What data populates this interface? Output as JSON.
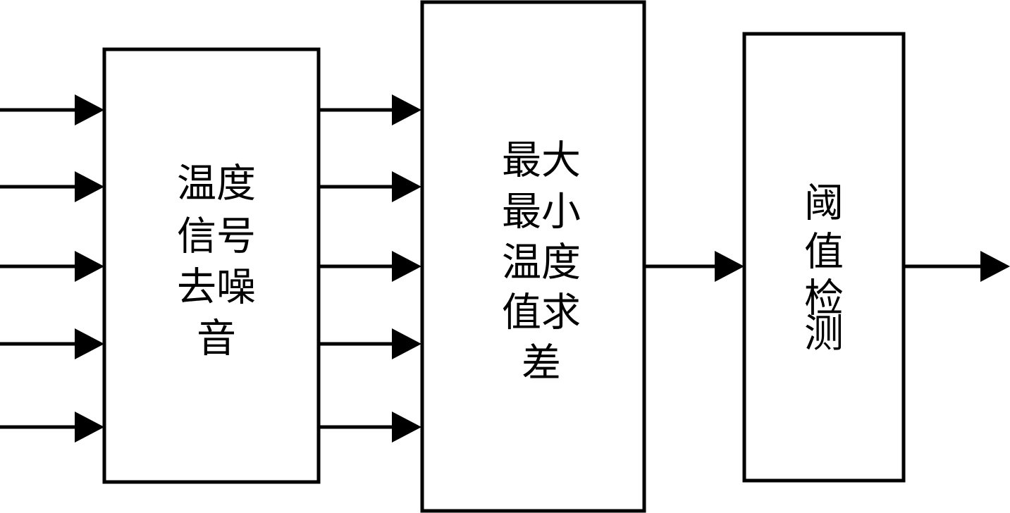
{
  "blocks": {
    "denoise": {
      "lines": [
        "温度",
        "信号",
        "去噪",
        "音"
      ]
    },
    "difference": {
      "lines": [
        "最大",
        "最小",
        "温度",
        "值求",
        "差"
      ]
    },
    "threshold": {
      "lines": [
        "阈",
        "值",
        "检",
        "测"
      ]
    }
  },
  "flows": {
    "inputs_to_denoise": 5,
    "denoise_to_difference": 5,
    "difference_to_threshold": 1,
    "threshold_output": 1
  }
}
